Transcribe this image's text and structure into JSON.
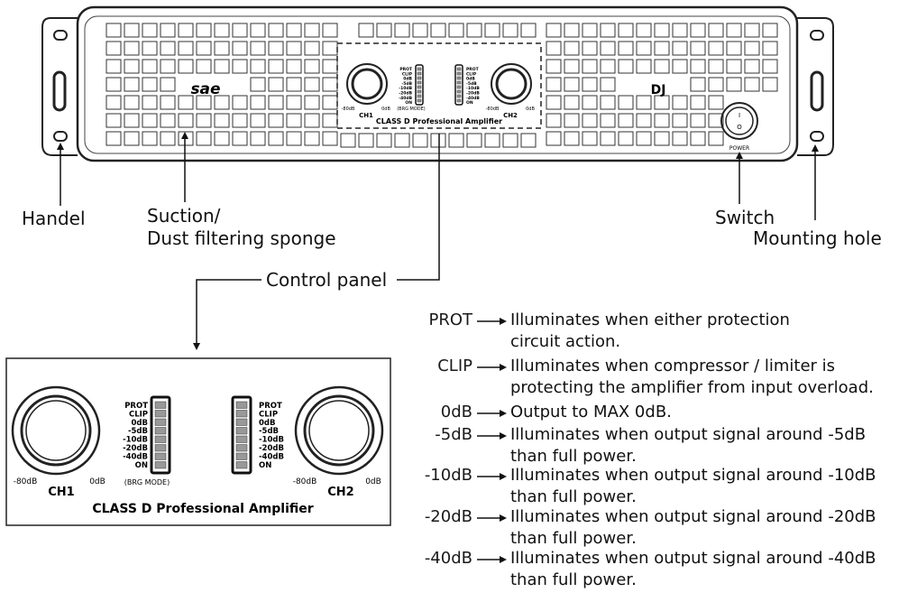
{
  "front_panel": {
    "brand_logo": "sae",
    "model_label": "DJ",
    "power_label": "POWER",
    "switch_on_symbol": "I",
    "switch_off_symbol": "O",
    "ch1_label": "CH1",
    "ch2_label": "CH2",
    "min_db": "-80dB",
    "max_db": "0dB",
    "brg_mode": "(BRG MODE)",
    "title": "CLASS D Professional Amplifier",
    "led_labels": [
      "PROT",
      "CLIP",
      "0dB",
      "-5dB",
      "-10dB",
      "-20dB",
      "-40dB",
      "ON"
    ]
  },
  "callouts": {
    "handle": "Handel",
    "suction_line1": "Suction/",
    "suction_line2": "Dust filtering sponge",
    "switch": "Switch",
    "mounting_hole": "Mounting hole",
    "control_panel": "Control panel"
  },
  "detail_panel": {
    "ch1_label": "CH1",
    "ch2_label": "CH2",
    "min_db": "-80dB",
    "max_db": "0dB",
    "brg_mode": "(BRG MODE)",
    "title": "CLASS D Professional Amplifier",
    "led_labels": [
      "PROT",
      "CLIP",
      "0dB",
      "-5dB",
      "-10dB",
      "-20dB",
      "-40dB",
      "ON"
    ]
  },
  "legend": [
    {
      "key": "PROT",
      "lines": [
        "Illuminates when either protection",
        "circuit action."
      ]
    },
    {
      "key": "CLIP",
      "lines": [
        "Illuminates when compressor / limiter is",
        "protecting the amplifier from input overload."
      ]
    },
    {
      "key": "0dB",
      "lines": [
        "Output to MAX 0dB."
      ]
    },
    {
      "key": "-5dB",
      "lines": [
        "Illuminates when output signal around -5dB",
        "than full power."
      ]
    },
    {
      "key": "-10dB",
      "lines": [
        "Illuminates when output signal around -10dB",
        "than full power."
      ]
    },
    {
      "key": "-20dB",
      "lines": [
        "Illuminates when output signal around -20dB",
        "than full power."
      ]
    },
    {
      "key": "-40dB",
      "lines": [
        "Illuminates when output signal around -40dB",
        "than full power."
      ]
    }
  ]
}
